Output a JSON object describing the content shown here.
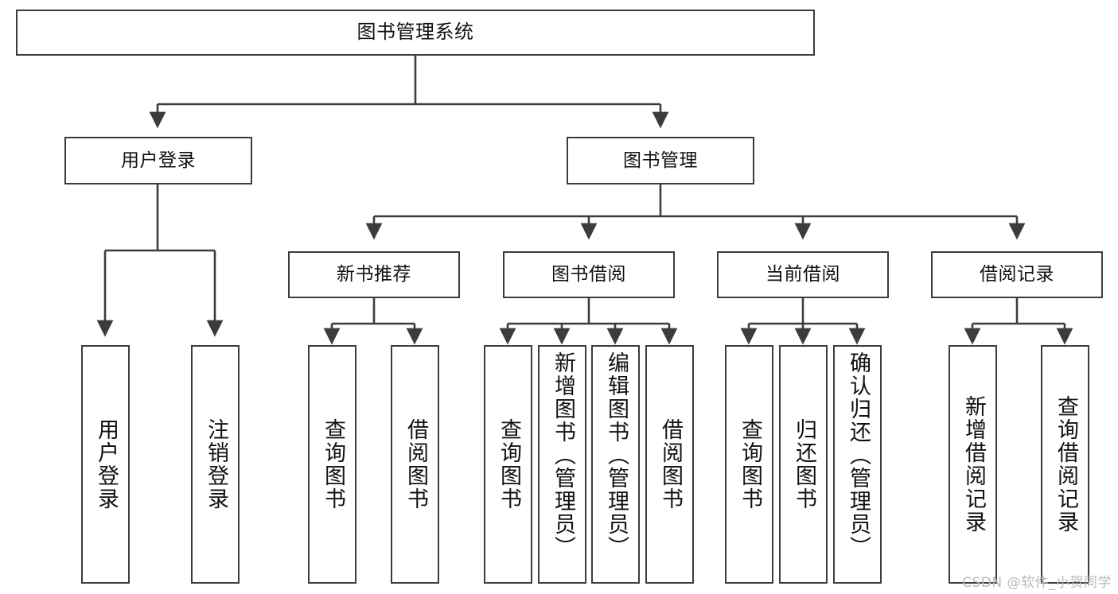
{
  "diagram": {
    "type": "tree",
    "title": "图书管理系统",
    "watermark": "CSDN @软件_小贺同学",
    "colors": {
      "stroke": "#3c3c3c",
      "box_fill": "#ffffff",
      "text": "#111111",
      "watermark": "#b9b9b9",
      "background": "#ffffff"
    },
    "root": {
      "label": "图书管理系统"
    },
    "level2": [
      {
        "label": "用户登录"
      },
      {
        "label": "图书管理"
      }
    ],
    "level3": [
      {
        "label": "新书推荐"
      },
      {
        "label": "图书借阅"
      },
      {
        "label": "当前借阅"
      },
      {
        "label": "借阅记录"
      }
    ],
    "leaves": {
      "user_login": [
        {
          "label": "用户登录"
        },
        {
          "label": "注销登录"
        }
      ],
      "new_book": [
        {
          "label": "查询图书"
        },
        {
          "label": "借阅图书"
        }
      ],
      "book_borrow": [
        {
          "label": "查询图书"
        },
        {
          "label": "新增图书（管理员）"
        },
        {
          "label": "编辑图书（管理员）"
        },
        {
          "label": "借阅图书"
        }
      ],
      "current_borrow": [
        {
          "label": "查询图书"
        },
        {
          "label": "归还图书"
        },
        {
          "label": "确认归还（管理员）"
        }
      ],
      "borrow_record": [
        {
          "label": "新增借阅记录"
        },
        {
          "label": "查询借阅记录"
        }
      ]
    }
  }
}
